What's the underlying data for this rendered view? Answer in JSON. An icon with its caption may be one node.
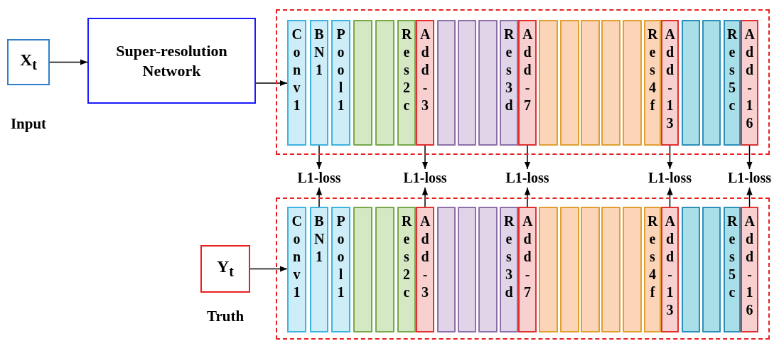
{
  "diagram": {
    "nodes": [
      {
        "text": [
          "X$_{t}$"
        ],
        "beside": [
          "Input"
        ]
      },
      {
        "text": [
          "Super-resolution Network"
        ]
      },
      {
        "text": [],
        "shape": "box"
      },
      {
        "text": [
          "Conv1"
        ],
        "in": 2
      },
      {
        "text": [
          "BN1"
        ],
        "in": 2
      },
      {
        "text": [
          "Pool1"
        ],
        "in": 2
      },
      {
        "text": [],
        "shape": "bar",
        "in": 2
      },
      {
        "text": [],
        "shape": "bar",
        "in": 2
      },
      {
        "text": [
          "Res2c"
        ],
        "in": 2
      },
      {
        "text": [
          "Add-3"
        ],
        "in": 2
      },
      {
        "text": [],
        "shape": "bar",
        "in": 2
      },
      {
        "text": [],
        "shape": "bar",
        "in": 2
      },
      {
        "text": [],
        "shape": "bar",
        "in": 2
      },
      {
        "text": [
          "Res3d"
        ],
        "in": 2
      },
      {
        "text": [
          "Add-7"
        ],
        "in": 2
      },
      {
        "text": [],
        "shape": "bar",
        "in": 2
      },
      {
        "text": [],
        "shape": "bar",
        "in": 2
      },
      {
        "text": [],
        "shape": "bar",
        "in": 2
      },
      {
        "text": [],
        "shape": "bar",
        "in": 2
      },
      {
        "text": [],
        "shape": "bar",
        "in": 2
      },
      {
        "text": [
          "Res4f"
        ],
        "in": 2
      },
      {
        "text": [
          "Add-13"
        ],
        "in": 2
      },
      {
        "text": [],
        "shape": "bar",
        "in": 2
      },
      {
        "text": [],
        "shape": "bar",
        "in": 2
      },
      {
        "text": [
          "Res5c"
        ],
        "in": 2
      },
      {
        "text": [
          "Add-16"
        ],
        "in": 2
      },
      {
        "text": [
          "L1-loss"
        ]
      },
      {
        "text": [
          "L1-loss"
        ]
      },
      {
        "text": [
          "L1-loss"
        ]
      },
      {
        "text": [
          "L1-loss"
        ]
      },
      {
        "text": [
          "L1-loss"
        ]
      },
      {
        "text": [],
        "shape": "box"
      },
      {
        "text": [
          "Conv1"
        ],
        "in": 31
      },
      {
        "text": [
          "BN1"
        ],
        "in": 31
      },
      {
        "text": [
          "Pool1"
        ],
        "in": 31
      },
      {
        "text": [],
        "shape": "bar",
        "in": 31
      },
      {
        "text": [],
        "shape": "bar",
        "in": 31
      },
      {
        "text": [
          "Res2c"
        ],
        "in": 31
      },
      {
        "text": [
          "Add-3"
        ],
        "in": 31
      },
      {
        "text": [],
        "shape": "bar",
        "in": 31
      },
      {
        "text": [],
        "shape": "bar",
        "in": 31
      },
      {
        "text": [],
        "shape": "bar",
        "in": 31
      },
      {
        "text": [
          "Res3d"
        ],
        "in": 31
      },
      {
        "text": [
          "Add-7"
        ],
        "in": 31
      },
      {
        "text": [],
        "shape": "bar",
        "in": 31
      },
      {
        "text": [],
        "shape": "bar",
        "in": 31
      },
      {
        "text": [],
        "shape": "bar",
        "in": 31
      },
      {
        "text": [],
        "shape": "bar",
        "in": 31
      },
      {
        "text": [],
        "shape": "bar",
        "in": 31
      },
      {
        "text": [
          "Res4f"
        ],
        "in": 31
      },
      {
        "text": [
          "Add-13"
        ],
        "in": 31
      },
      {
        "text": [],
        "shape": "bar",
        "in": 31
      },
      {
        "text": [],
        "shape": "bar",
        "in": 31
      },
      {
        "text": [
          "Res5c"
        ],
        "in": 31
      },
      {
        "text": [
          "Add-16"
        ],
        "in": 31
      },
      {
        "text": [
          "Y$_{t}$"
        ],
        "beside": [
          "Truth"
        ]
      }
    ],
    "edges": [
      {
        "from": 0,
        "to": 1,
        "arrow": "to"
      },
      {
        "from": 1,
        "to": 3,
        "arrow": "to"
      },
      {
        "from": 4,
        "to": 26,
        "arrow": "to"
      },
      {
        "from": 33,
        "to": 26,
        "arrow": "to"
      },
      {
        "from": 9,
        "to": 27,
        "arrow": "to"
      },
      {
        "from": 38,
        "to": 27,
        "arrow": "to"
      },
      {
        "from": 14,
        "to": 28,
        "arrow": "to"
      },
      {
        "from": 43,
        "to": 28,
        "arrow": "to"
      },
      {
        "from": 21,
        "to": 29,
        "arrow": "to"
      },
      {
        "from": 50,
        "to": 29,
        "arrow": "to"
      },
      {
        "from": 25,
        "to": 30,
        "arrow": "to"
      },
      {
        "from": 54,
        "to": 30,
        "arrow": "to"
      },
      {
        "from": 55,
        "to": 32,
        "arrow": "to"
      }
    ]
  }
}
